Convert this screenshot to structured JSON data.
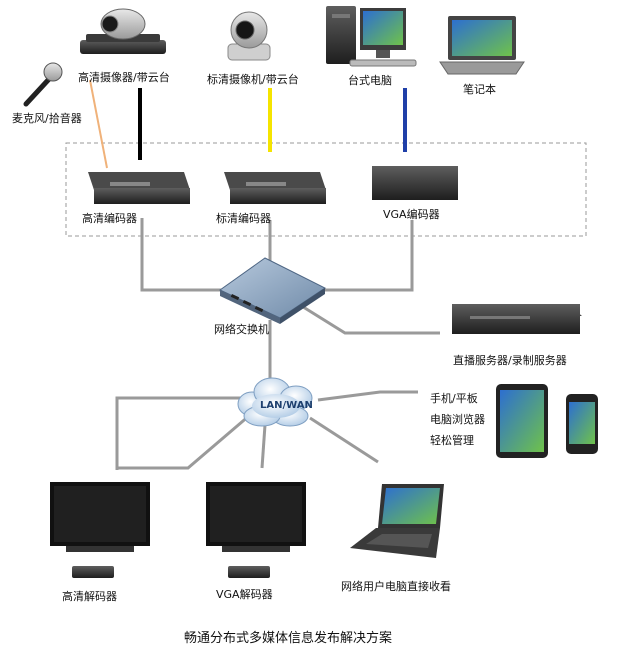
{
  "diagram": {
    "title": "畅通分布式多媒体信息发布解决方案",
    "network_cloud_label": "LAN/WAN",
    "nodes": {
      "microphone": "麦克风/拾音器",
      "hd_camera": "高清摄像器/带云台",
      "sd_camera": "标清摄像机/带云台",
      "desktop_pc": "台式电脑",
      "laptop": "笔记本",
      "hd_encoder": "高清编码器",
      "sd_encoder": "标清编码器",
      "vga_encoder": "VGA编码器",
      "network_switch": "网络交换机",
      "server": "直播服务器/录制服务器",
      "mobile_line1": "手机/平板",
      "mobile_line2": "电脑浏览器",
      "mobile_line3": "轻松管理",
      "hd_decoder": "高清解码器",
      "vga_decoder": "VGA解码器",
      "netbook": "网络用户电脑直接收看"
    },
    "link_colors": {
      "audio": "#f0b27a",
      "hd_video": "#000000",
      "sd_video": "#f5e400",
      "vga": "#1f3fa8",
      "network": "#9a9a9a"
    }
  }
}
